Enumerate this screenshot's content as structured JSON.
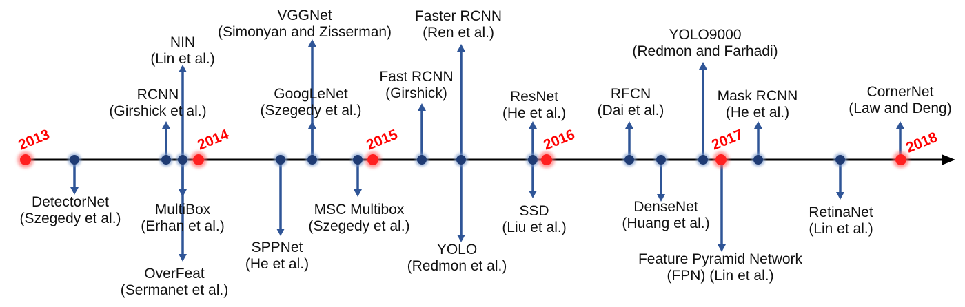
{
  "colors": {
    "axis": "#000000",
    "arrow": "#2f5597",
    "dot": "#1f3b73",
    "year_dot": "#ff2020",
    "year_text": "#ff0000",
    "label_text": "#111111"
  },
  "years": [
    "2013",
    "2014",
    "2015",
    "2016",
    "2017",
    "2018"
  ],
  "events": [
    {
      "name": "DetectorNet",
      "authors": "(Szegedy et al.)"
    },
    {
      "name": "RCNN",
      "authors": "(Girshick et al.)"
    },
    {
      "name": "NIN",
      "authors": "(Lin et al.)"
    },
    {
      "name": "MultiBox",
      "authors": "(Erhan et al.)"
    },
    {
      "name": "OverFeat",
      "authors": "(Sermanet et al.)"
    },
    {
      "name": "SPPNet",
      "authors": "(He et al.)"
    },
    {
      "name": "VGGNet",
      "authors": "(Simonyan and Zisserman)"
    },
    {
      "name": "GoogLeNet",
      "authors": "(Szegedy et al.)"
    },
    {
      "name": "MSC Multibox",
      "authors": "(Szegedy et al.)"
    },
    {
      "name": "Fast RCNN",
      "authors": "(Girshick)"
    },
    {
      "name": "Faster RCNN",
      "authors": "(Ren et al.)"
    },
    {
      "name": "YOLO",
      "authors": "(Redmon et al.)"
    },
    {
      "name": "ResNet",
      "authors": "(He et al.)"
    },
    {
      "name": "SSD",
      "authors": "(Liu et al.)"
    },
    {
      "name": "RFCN",
      "authors": "(Dai et al.)"
    },
    {
      "name": "DenseNet",
      "authors": "(Huang et al.)"
    },
    {
      "name": "YOLO9000",
      "authors": "(Redmon and Farhadi)"
    },
    {
      "name": "Feature Pyramid Network",
      "authors": "(FPN) (Lin et al.)"
    },
    {
      "name": "Mask RCNN",
      "authors": "(He et al.)"
    },
    {
      "name": "RetinaNet",
      "authors": "(Lin et al.)"
    },
    {
      "name": "CornerNet",
      "authors": "(Law and Deng)"
    }
  ]
}
